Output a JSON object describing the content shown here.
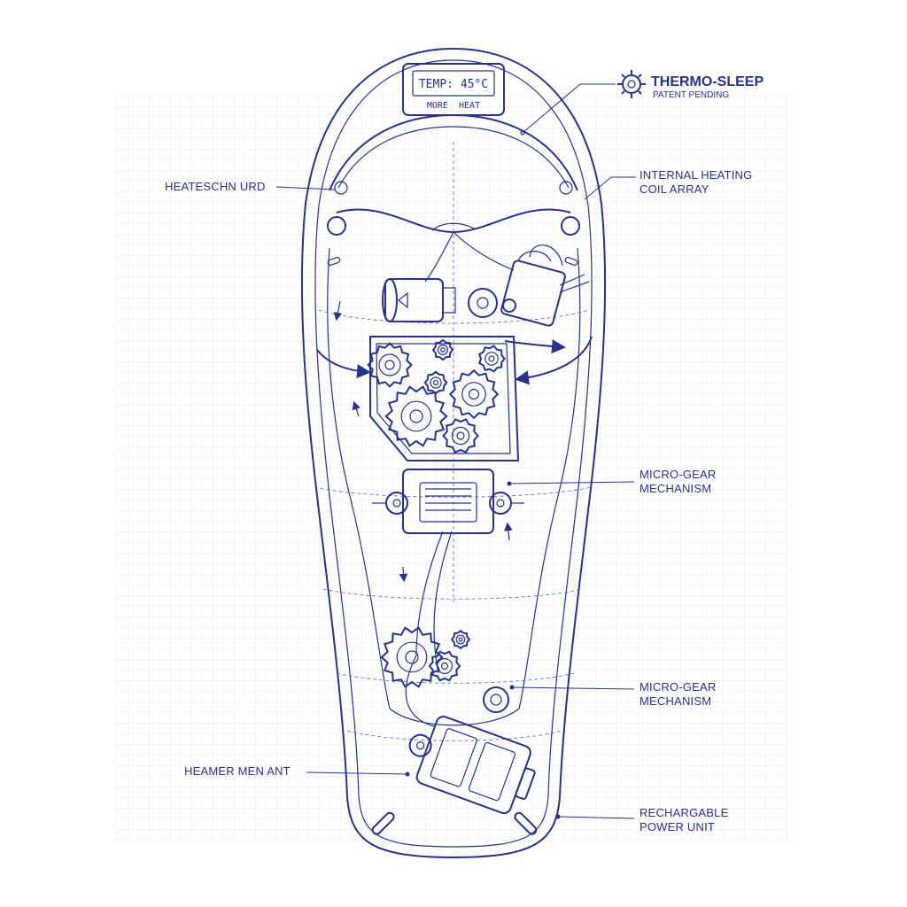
{
  "brand": {
    "name": "THERMO-SLEEP",
    "tagline": "PATENT PENDING",
    "icon": "gear-icon"
  },
  "display": {
    "temperature": "TEMP: 45°C",
    "buttons": "MORE  HEAT"
  },
  "callouts": {
    "left_top": "HEATESCHN URD",
    "right_top_line1": "INTERNAL HEATING",
    "right_top_line2": "COIL ARRAY",
    "right_mid_line1": "MICRO-GEAR",
    "right_mid_line2": "MECHANISM",
    "right_low_line1": "MICRO-GEAR",
    "right_low_line2": "MECHANISM",
    "left_bottom": "HEAMER MEN ANT",
    "right_bottom_line1": "RECHARGABLE",
    "right_bottom_line2": "POWER UNIT"
  },
  "colors": {
    "ink": "#27318e",
    "grid": "#e3e6ee",
    "background": "#ffffff"
  }
}
